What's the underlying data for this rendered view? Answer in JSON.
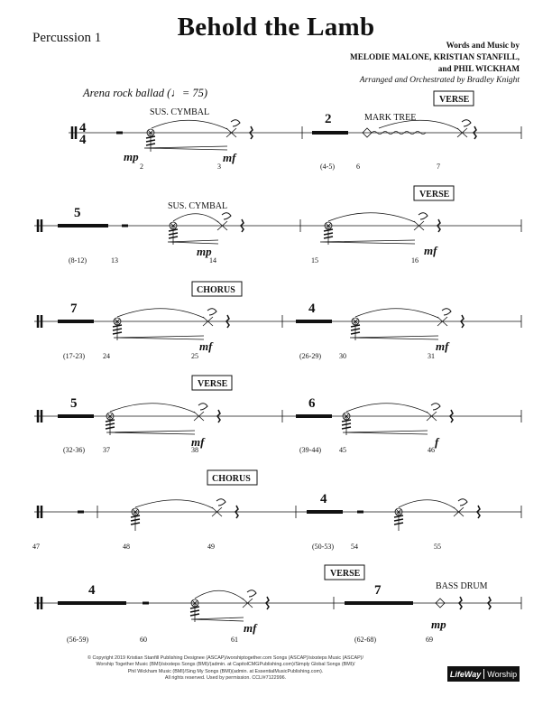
{
  "header": {
    "part": "Percussion 1",
    "title": "Behold the Lamb",
    "credits_line1": "Words and Music by",
    "credits_line2": "MELODIE MALONE, KRISTIAN STANFILL,",
    "credits_line3": "and PHIL WICKHAM",
    "arranger": "Arranged and Orchestrated by Bradley Knight"
  },
  "tempo": {
    "text": "Arena rock ballad (",
    "mark": "= 75)"
  },
  "systems": [
    {
      "time_sig": [
        "4",
        "4"
      ],
      "rehearsal": "VERSE",
      "labels": {
        "instrument1": "SUS. CYMBAL",
        "instrument2": "MARK TREE",
        "rest_count": "2",
        "dyn1": "mp",
        "dyn2": "mf"
      },
      "measure_numbers": [
        "2",
        "3",
        "(4-5)",
        "6",
        "7"
      ]
    },
    {
      "rehearsal": "VERSE",
      "labels": {
        "rest_count": "5",
        "instrument1": "SUS. CYMBAL",
        "dyn1": "mp",
        "dyn2": "mf"
      },
      "measure_numbers": [
        "(8-12)",
        "13",
        "14",
        "15",
        "16"
      ]
    },
    {
      "rehearsal": "CHORUS",
      "labels": {
        "rest_count1": "7",
        "rest_count2": "4",
        "dyn1": "mf",
        "dyn2": "mf"
      },
      "measure_numbers": [
        "(17-23)",
        "24",
        "25",
        "(26-29)",
        "30",
        "31"
      ]
    },
    {
      "rehearsal": "VERSE",
      "labels": {
        "rest_count1": "5",
        "rest_count2": "6",
        "dyn1": "mf",
        "dyn2": "f"
      },
      "measure_numbers": [
        "(32-36)",
        "37",
        "38",
        "(39-44)",
        "45",
        "46"
      ]
    },
    {
      "rehearsal": "CHORUS",
      "labels": {
        "rest_count": "4"
      },
      "measure_numbers": [
        "47",
        "48",
        "49",
        "(50-53)",
        "54",
        "55"
      ]
    },
    {
      "rehearsal": "VERSE",
      "labels": {
        "rest_count1": "4",
        "rest_count2": "7",
        "instrument": "BASS DRUM",
        "dyn1": "mf",
        "dyn2": "mp"
      },
      "measure_numbers": [
        "(56-59)",
        "60",
        "61",
        "(62-68)",
        "69"
      ]
    }
  ],
  "footer": {
    "copyright_l1": "© Copyright 2019 Kristian Stanfill Publishing Designee (ASCAP)/worshiptogether.com Songs (ASCAP)/sixsteps Music (ASCAP)/",
    "copyright_l2": "Worship Together Music (BMI)/sixsteps Songs (BMI)/(admin. at CapitolCMGPublishing.com)/Simply Global Songs (BMI)/",
    "copyright_l3": "Phil Wickham Music (BMI)/Sing My Songs (BMI)(admin. at EssentialMusicPublishing.com).",
    "copyright_l4": "All rights reserved. Used by permission. CCLI#7122996.",
    "logo_left": "LifeWay",
    "logo_right": "Worship"
  }
}
